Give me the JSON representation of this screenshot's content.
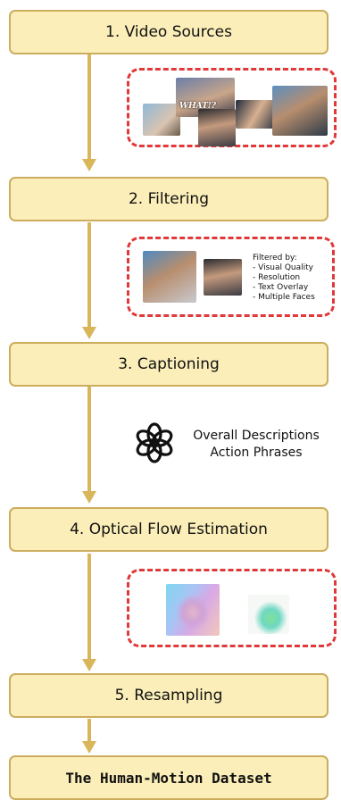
{
  "steps": [
    {
      "label": "1. Video Sources"
    },
    {
      "label": "2. Filtering"
    },
    {
      "label": "3. Captioning"
    },
    {
      "label": "4. Optical Flow Estimation"
    },
    {
      "label": "5. Resampling"
    }
  ],
  "final": {
    "label": "The Human-Motion Dataset"
  },
  "video_sources": {
    "overlay_text": "WHAT!?"
  },
  "filtering": {
    "title": "Filtered by:",
    "criteria": [
      "- Visual Quality",
      "- Resolution",
      "- Text Overlay",
      "- Multiple Faces"
    ]
  },
  "captioning": {
    "icon": "openai-logo-icon",
    "lines": [
      "Overall Descriptions",
      "Action Phrases"
    ]
  },
  "colors": {
    "box_fill": "#fbeeb9",
    "box_border": "#ccad5f",
    "arrow": "#d9b65a",
    "dashed_border": "#e0393a"
  }
}
